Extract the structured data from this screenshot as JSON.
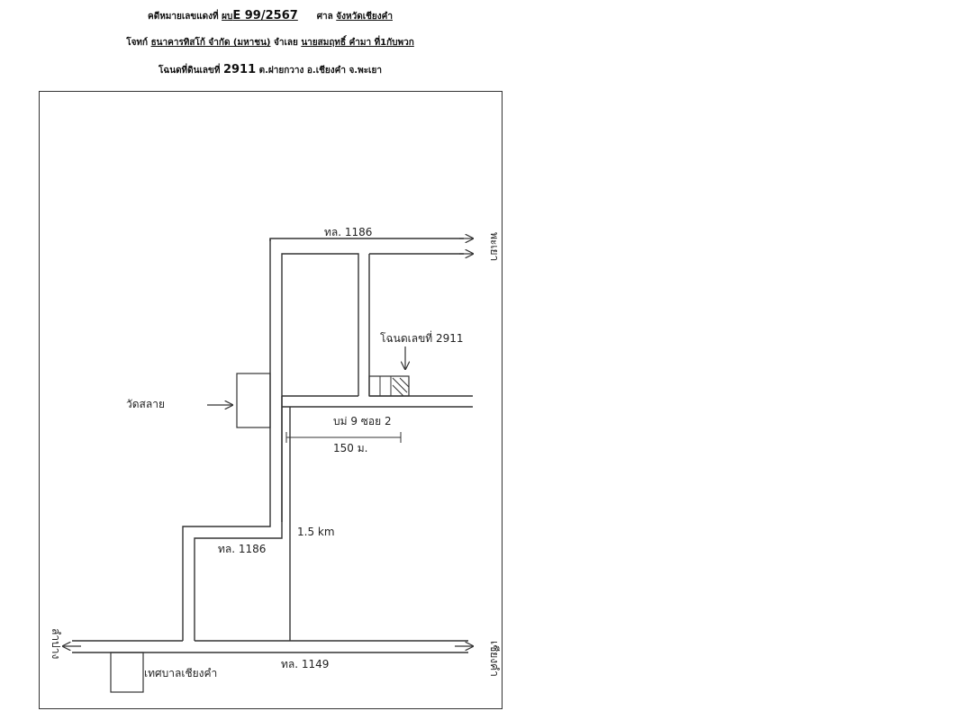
{
  "header": {
    "case_label": "คดีหมายเลขแดงที่",
    "case_prefix": "ผบ",
    "case_number": "E 99/2567",
    "court_label": "ศาล",
    "court_name": "จังหวัดเชียงคำ",
    "plaintiff_label": "โจทก์",
    "plaintiff": "ธนาคารทิสโก้ จำกัด (มหาชน)",
    "defendant_label": "จำเลย",
    "defendant": "นายสมฤทธิ์ คำมา ที่1กับพวก",
    "deed_label": "โฉนดที่ดินเลขที่",
    "deed_number": "2911",
    "location": "ต.ฝายกวาง อ.เชียงคำ จ.พะเยา"
  },
  "map": {
    "road_top_label": "ทล. 1186",
    "road_mid_label": "ทล. 1186",
    "road_bottom_label": "ทล. 1149",
    "deed_note": "โฉนดเลขที่ 2911",
    "temple_label": "วัดสลาย",
    "alley_label": "บม่ 9 ซอย 2",
    "distance_alley": "150 ม.",
    "distance_road": "1.5 km",
    "hospital_label": "เทศบาลเชียงคำ",
    "dir_top_right": "พะเยา",
    "dir_bottom_left": "ลำปาง",
    "dir_bottom_right": "เชียงคำ"
  }
}
